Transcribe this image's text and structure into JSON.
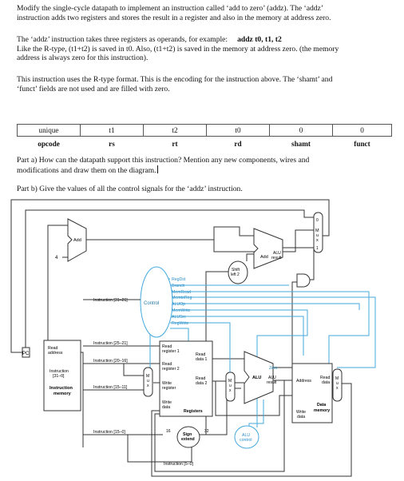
{
  "intro": {
    "line1": "Modify the single-cycle datapath to implement an instruction called ‘add to zero’ (addz). The ‘addz’",
    "line2": "instruction adds two registers and stores the result in a register and also in the memory at address zero."
  },
  "para2": {
    "line1_a": "The ‘addz’ instruction takes three registers as operands, for example:",
    "line1_b": "addz   t0, t1, t2",
    "line2": "Like the R-type, (t1+t2) is saved in t0. Also, (t1+t2) is saved in the memory at address zero. (the memory",
    "line3": "address is always zero for this instruction)."
  },
  "para3": {
    "line1": "This instruction uses the R-type format. This is the encoding for the instruction above. The ‘shamt’ and",
    "line2": "‘funct’ fields are not used and are filled with zero."
  },
  "encoding": {
    "values": [
      "unique",
      "t1",
      "t2",
      "t0",
      "0",
      "0"
    ],
    "fields": [
      "opcode",
      "rs",
      "rt",
      "rd",
      "shamt",
      "funct"
    ]
  },
  "part_a": {
    "line1": "Part a) How can the datapath support this instruction? Mention any new components, wires and",
    "line2": "modifications and draw them on the diagram."
  },
  "part_b": "Part b) Give the values of all the control signals for the ‘addz’ instruction.",
  "diagram": {
    "pc": "PC",
    "add1": "Add",
    "four": "4",
    "add2": "Add",
    "alu_result_top": [
      "ALU",
      "result"
    ],
    "shift": [
      "Shift",
      "left 2"
    ],
    "control": "Control",
    "control_signals": [
      "RegDst",
      "Branch",
      "MemRead",
      "MemtoReg",
      "ALUOp",
      "MemWrite",
      "ALUSrc",
      "RegWrite"
    ],
    "instr_31_26": "Instruction [31–26]",
    "instr_25_21": "Instruction [25–21]",
    "instr_20_16": "Instruction [20–16]",
    "instr_15_11": "Instruction [15–11]",
    "instr_15_0": "Instruction [15–0]",
    "instr_5_0": "Instruction [5–0]",
    "imem": {
      "read_address": [
        "Read",
        "address"
      ],
      "instruction": [
        "Instruction",
        "[31–0]"
      ],
      "name": [
        "Instruction",
        "memory"
      ]
    },
    "regs": {
      "read_reg1": [
        "Read",
        "register 1"
      ],
      "read_reg2": [
        "Read",
        "register 2"
      ],
      "write_reg": [
        "Write",
        "register"
      ],
      "write_data": [
        "Write",
        "data"
      ],
      "read_data1": [
        "Read",
        "data 1"
      ],
      "read_data2": [
        "Read",
        "data 2"
      ],
      "name": "Registers"
    },
    "alu": {
      "zero": "Zero",
      "alu": "ALU",
      "result": [
        "ALU",
        "result"
      ]
    },
    "dmem": {
      "address": "Address",
      "read_data": [
        "Read",
        "data"
      ],
      "write_data": [
        "Write",
        "data"
      ],
      "name": [
        "Data",
        "memory"
      ]
    },
    "sign_extend": [
      "Sign",
      "extend"
    ],
    "bits16": "16",
    "bits32": "32",
    "alu_control": [
      "ALU",
      "control"
    ],
    "mux_letters": [
      "M",
      "u",
      "x"
    ],
    "mux_top_labels": [
      "0",
      "1"
    ]
  }
}
